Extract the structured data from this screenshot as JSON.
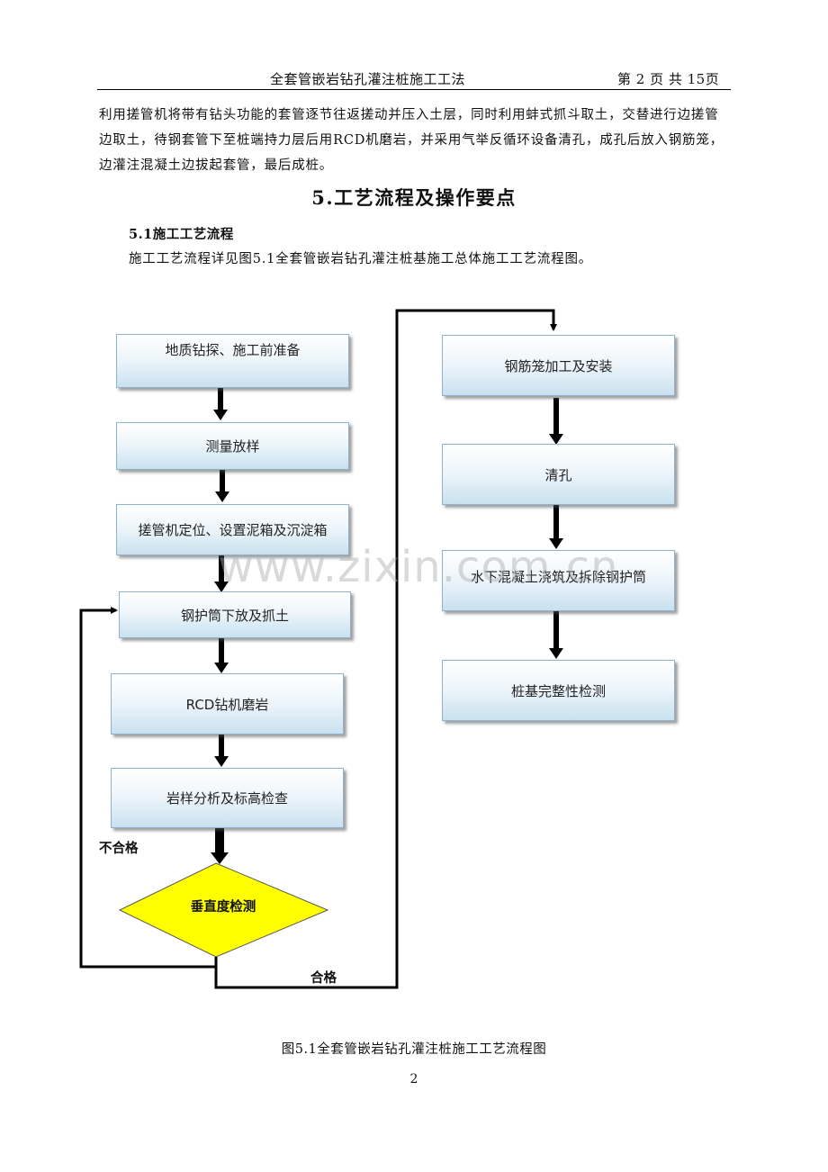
{
  "header": {
    "title": "全套管嵌岩钻孔灌注桩施工工法",
    "page_info": "第 2 页 共 15页"
  },
  "body": {
    "paragraph": "利用搓管机将带有钻头功能的套管逐节往返搓动并压入土层，同时利用蚌式抓斗取土，交替进行边搓管边取土，待钢套管下至桩端持力层后用RCD机磨岩，并采用气举反循环设备清孔，成孔后放入钢筋笼，边灌注混凝土边拔起套管，最后成桩。",
    "section_heading": "5.工艺流程及操作要点",
    "subsection_heading": "5.1施工工艺流程",
    "subsection_intro": "施工工艺流程详见图5.1全套管嵌岩钻孔灌注桩基施工总体施工工艺流程图。"
  },
  "flowchart": {
    "left_steps": [
      "地质钻探、施工前准备",
      "测量放样",
      "搓管机定位、设置泥箱及沉淀箱",
      "钢护筒下放及抓土",
      "RCD钻机磨岩",
      "岩样分析及标高检查"
    ],
    "decision": "垂直度检测",
    "fail_label": "不合格",
    "pass_label": "合格",
    "right_steps": [
      "钢筋笼加工及安装",
      "清孔",
      "水下混凝土浇筑及拆除钢护筒",
      "桩基完整性检测"
    ],
    "decision_fill": "#ffff00",
    "box_border": "#8fb3cf"
  },
  "watermark": "www.zixin.com.cn",
  "caption": "图5.1全套管嵌岩钻孔灌注桩施工工艺流程图",
  "page_number": "2"
}
